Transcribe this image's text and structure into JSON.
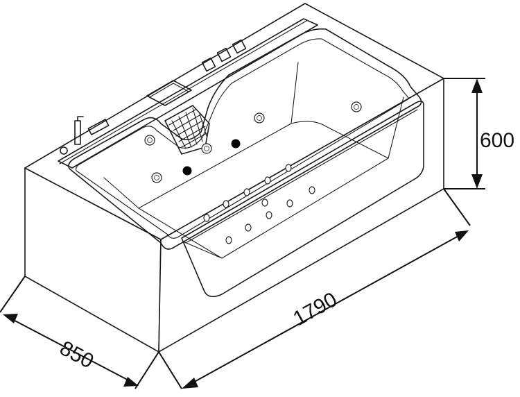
{
  "dimensions": {
    "length": "1790",
    "width": "850",
    "height": "600"
  }
}
